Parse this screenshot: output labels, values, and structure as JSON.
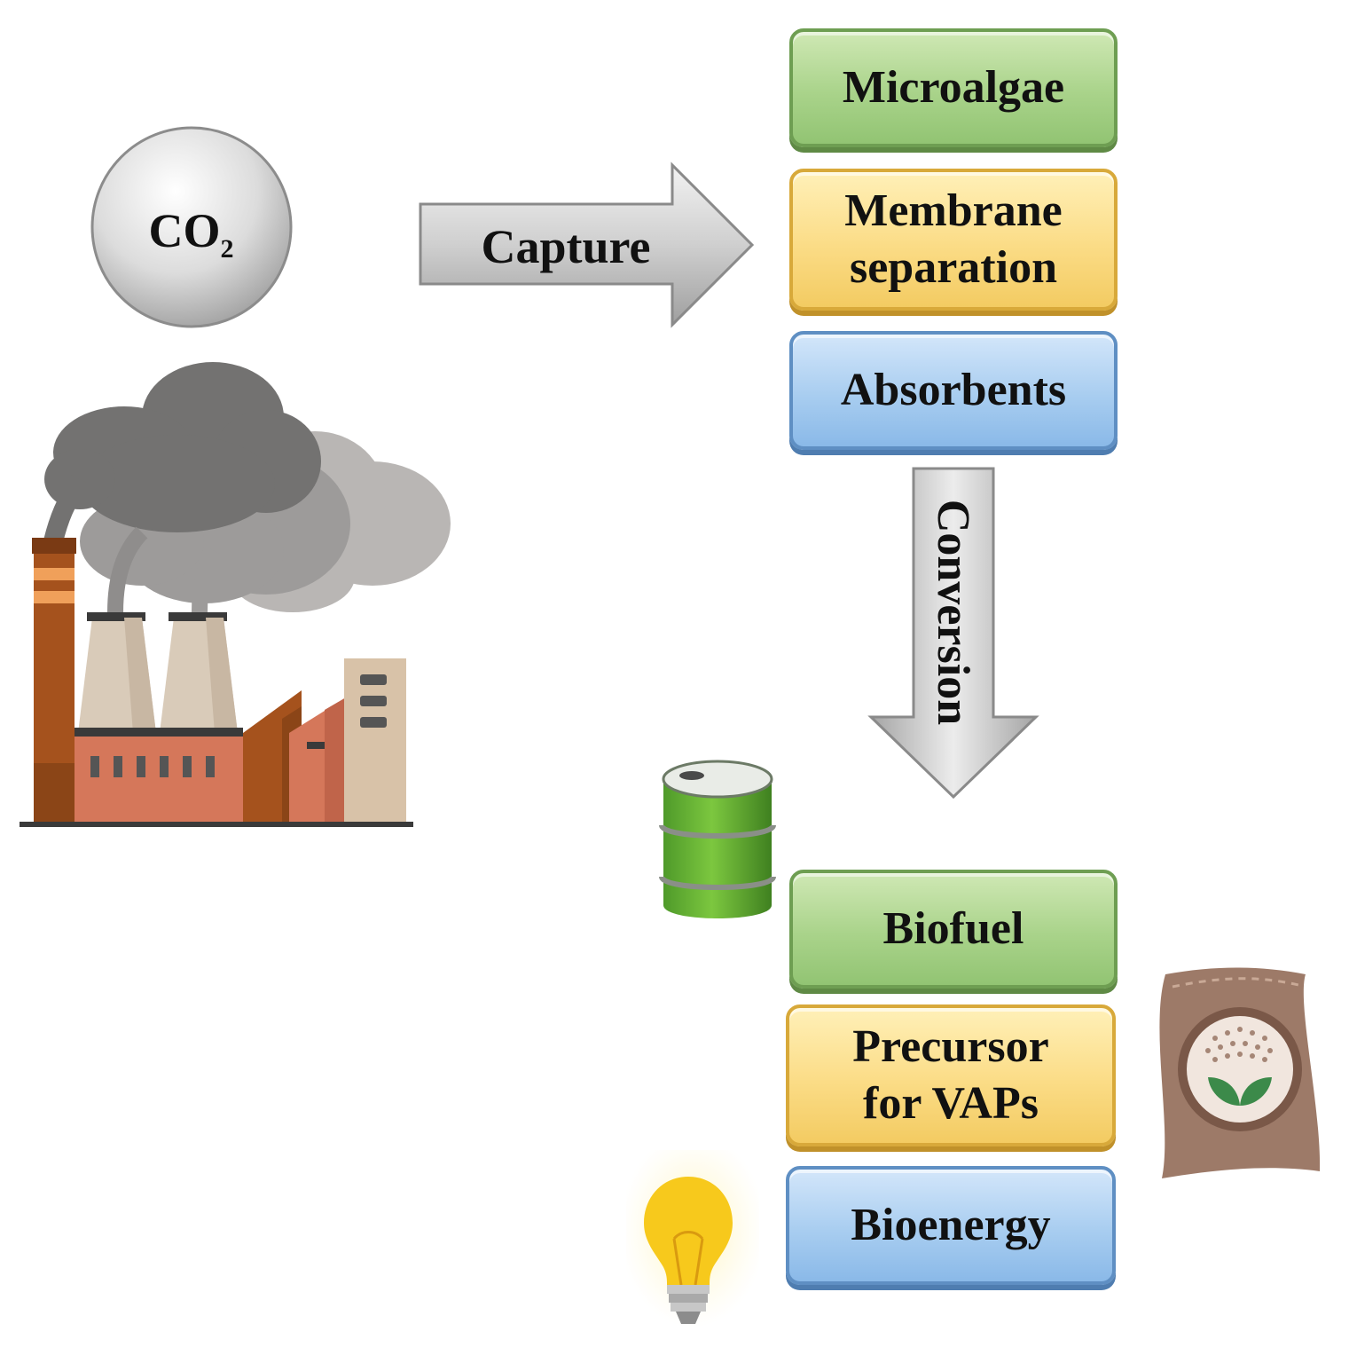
{
  "source": {
    "molecule_main": "CO",
    "molecule_subscript": "2"
  },
  "arrows": {
    "capture_label": "Capture",
    "conversion_label": "Conversion"
  },
  "capture_methods": {
    "microalgae": "Microalgae",
    "membrane_line1": "Membrane",
    "membrane_line2": "separation",
    "absorbents": "Absorbents"
  },
  "products": {
    "biofuel": "Biofuel",
    "precursor_line1": "Precursor",
    "precursor_line2": "for VAPs",
    "bioenergy": "Bioenergy"
  },
  "icons": {
    "factory": "factory-icon",
    "barrel": "oil-barrel-icon",
    "bag": "fertilizer-bag-icon",
    "bulb": "light-bulb-icon"
  },
  "colors": {
    "green_box": "#a9d38a",
    "yellow_box": "#fbdc86",
    "blue_box": "#a8cdf0",
    "arrow_gray": "#c8c8c8"
  }
}
